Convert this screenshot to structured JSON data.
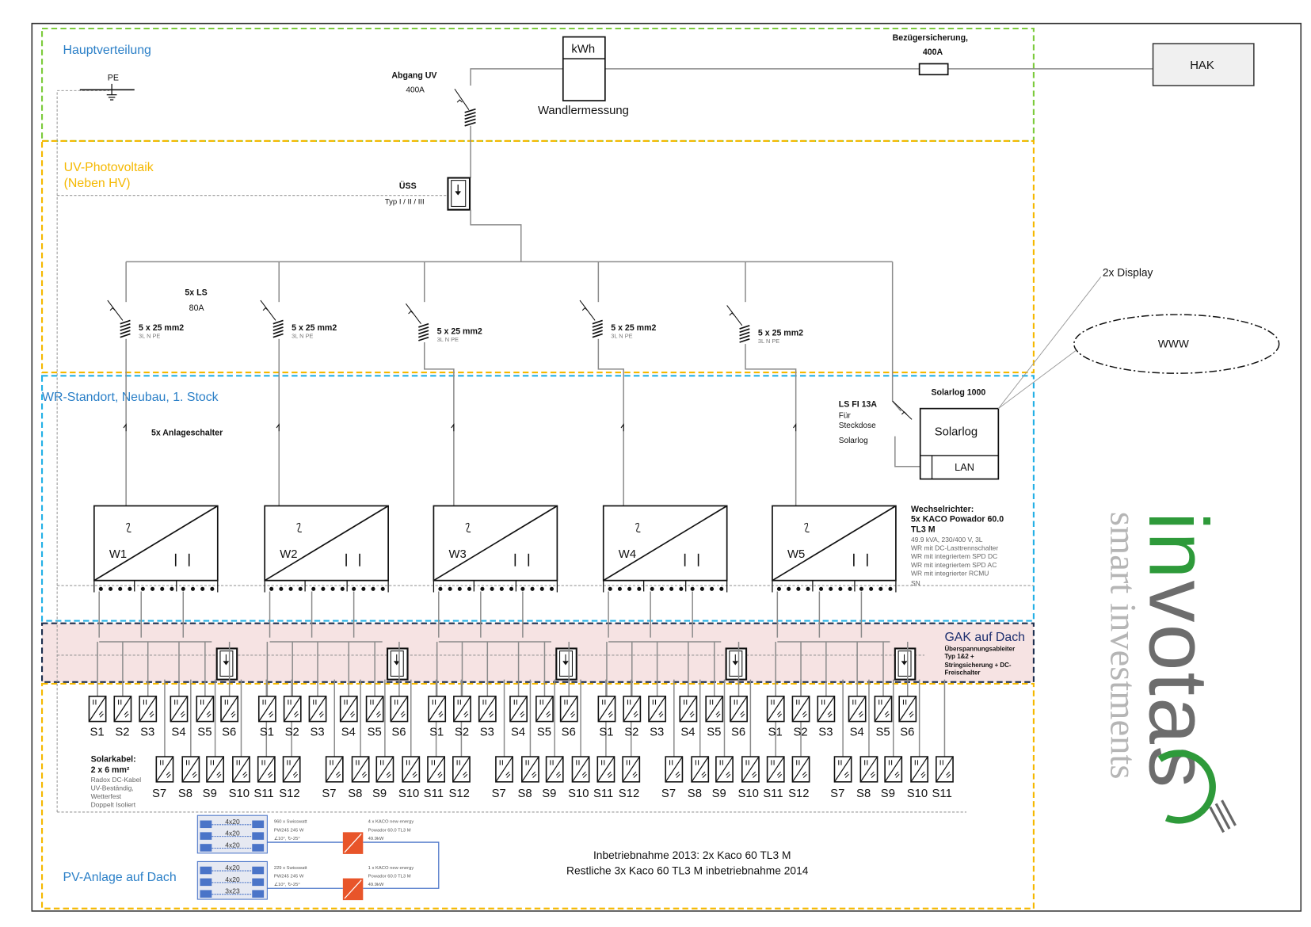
{
  "zones": {
    "hauptverteilung": {
      "label": "Hauptverteilung",
      "color": "#2a7fc7",
      "border": "#7ccb3c"
    },
    "uv_photovoltaik": {
      "label_line1": "UV-Photovoltaik",
      "label_line2": "(Neben HV)",
      "color": "#f5b800",
      "border": "#f5b800"
    },
    "wr_standort": {
      "label": "WR-Standort, Neubau, 1. Stock",
      "color": "#2a7fc7",
      "border": "#23b0e6"
    },
    "gak": {
      "label": "GAK auf Dach",
      "color": "#1c2e6e",
      "border": "#1c2e4e",
      "fill": "#f6e3e3",
      "desc": [
        "Überspannungsableiter",
        "Typ 1&2 +",
        "Stringsicherung + DC-",
        "Freischalter"
      ]
    },
    "pv_anlage": {
      "label": "PV-Anlage auf Dach",
      "color": "#2a7fc7",
      "border": "#f5b800"
    }
  },
  "main": {
    "pe_label": "PE",
    "abgang_label": "Abgang UV",
    "abgang_rating": "400A",
    "meter_unit": "kWh",
    "meter_label": "Wandlermessung",
    "fuse_label": "Bezügersicherung,",
    "fuse_rating": "400A",
    "hak_label": "HAK"
  },
  "uv": {
    "spd_label": "ÜSS",
    "spd_type": "Typ I / II / III",
    "ls_label": "5x LS",
    "ls_rating": "80A",
    "cable_label": "5 x 25 mm2",
    "cable_sub": "3L N PE"
  },
  "wr": {
    "switch_label": "5x Anlageschalter",
    "lsfi_label": "LS FI 13A",
    "lsfi_lines": [
      "Für",
      "Steckdose",
      "Solarlog"
    ],
    "solarlog_title": "Solarlog 1000",
    "solarlog_label": "Solarlog",
    "lan_label": "LAN",
    "display_label": "2x Display",
    "www_label": "WWW",
    "inverters": [
      "W1",
      "W2",
      "W3",
      "W4",
      "W5"
    ],
    "spec_title": [
      "Wechselrichter:",
      "5x KACO Powador 60.0",
      "TL3 M"
    ],
    "spec_lines": [
      "49.9 kVA, 230/400 V, 3L",
      "WR mit DC-Lasttrennschalter",
      "WR mit integriertem SPD DC",
      "WR mit integriertem SPD AC",
      "WR mit integrierter RCMU",
      "SN"
    ]
  },
  "strings": {
    "row1": [
      "S1",
      "S2",
      "S3",
      "S4",
      "S5",
      "S6"
    ],
    "row2": [
      "S7",
      "S8",
      "S9",
      "S10",
      "S11",
      "S12"
    ],
    "last_group_row2": [
      "S7",
      "S8",
      "S9",
      "S10",
      "S11"
    ]
  },
  "cable_note": {
    "title": "Solarkabel:",
    "size": "2 x 6 mm²",
    "lines": [
      "Radox DC-Kabel",
      "UV-Beständig,",
      "Wetterfest",
      "Doppelt Isoliert"
    ]
  },
  "legend": {
    "array1": {
      "rows": [
        "4x20",
        "4x20",
        "4x20"
      ],
      "modules": [
        "960 x Swisswatt",
        "PW245 245 W",
        "∠10°, ↻-25°"
      ],
      "inverter": [
        "4 x KACO new energy",
        "Powador 60.0 TL3 M",
        "49.9kW"
      ]
    },
    "array2": {
      "rows": [
        "4x20",
        "4x20",
        "3x23"
      ],
      "modules": [
        "229 x Swisswatt",
        "PW245 245 W",
        "∠10°, ↻-25°"
      ],
      "inverter": [
        "1 x KACO new energy",
        "Powador 60.0 TL3 M",
        "49.9kW"
      ]
    },
    "inverter_color": "#e8552a",
    "panel_color": "#4a74c8"
  },
  "commissioning": [
    "Inbetriebnahme 2013: 2x Kaco 60 TL3 M",
    "Restliche 3x Kaco 60 TL3 M inbetriebnahme 2014"
  ],
  "logo": {
    "brand": "invotas",
    "tagline": "smart investments",
    "green": "#2e9a3a",
    "gray": "#6d6d6d"
  }
}
